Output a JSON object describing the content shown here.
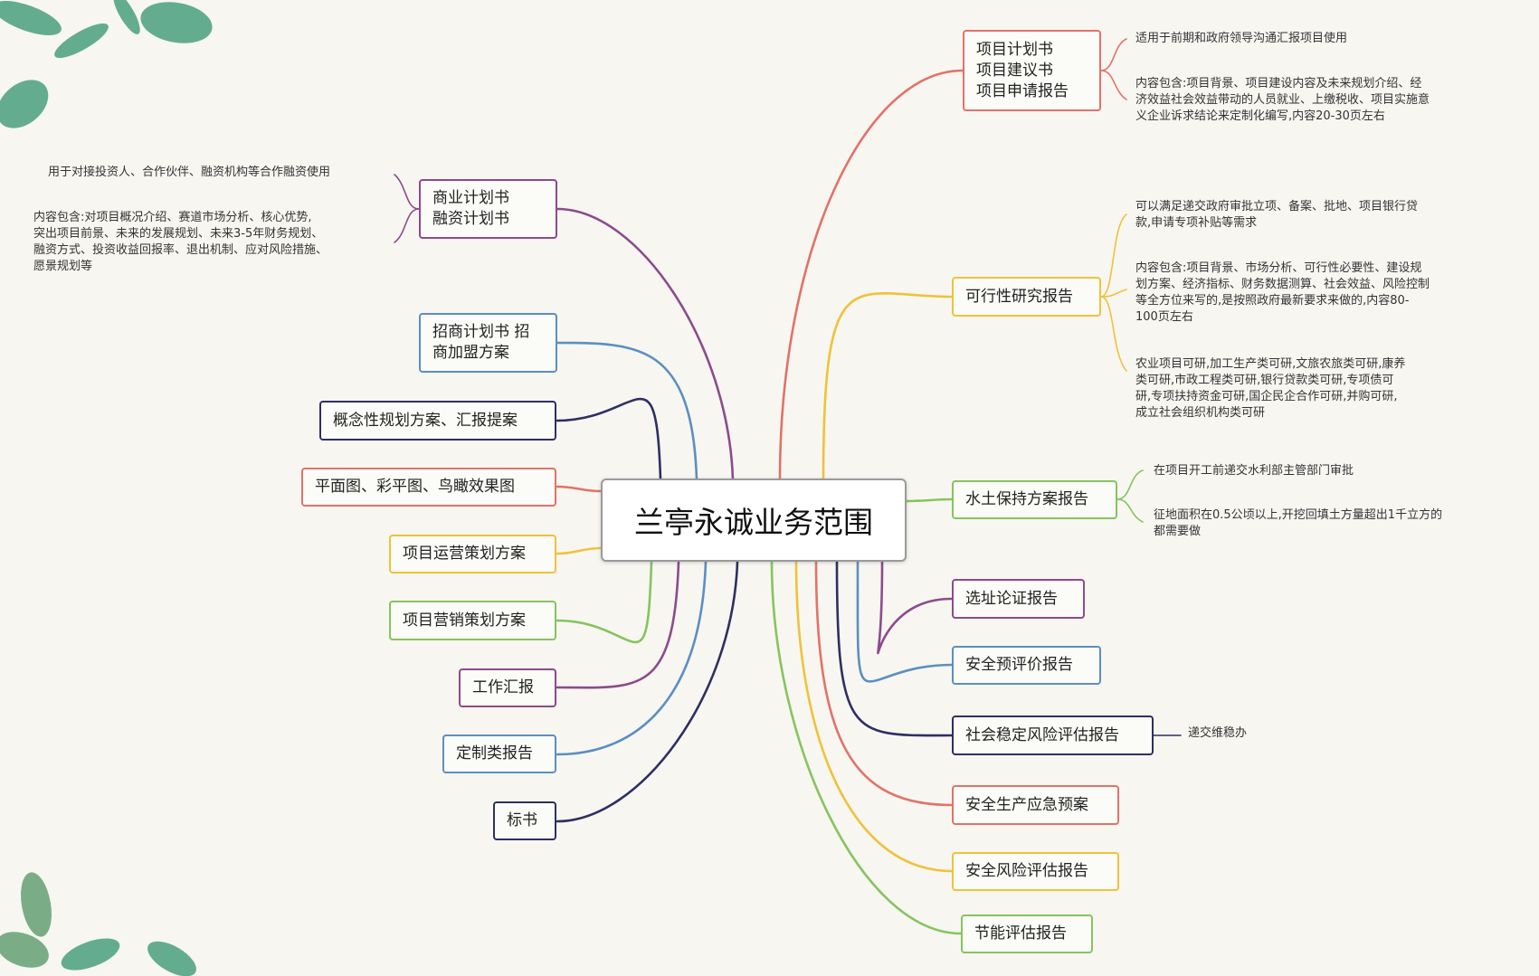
{
  "center": {
    "title": "兰亭永诚业务范围"
  },
  "colors": {
    "red": "#e27268",
    "yellow": "#efc23a",
    "green": "#86c45f",
    "purple": "#8c4b8a",
    "blue": "#5b8fc0",
    "navy": "#2e2f63",
    "leaf": "#3f9a78",
    "cactus": "#5a9b6c"
  },
  "left": [
    {
      "id": "business-plan",
      "label": "商业计划书\n融资计划书",
      "color": "purple"
    },
    {
      "id": "investment-plan",
      "label": "招商计划书 招\n商加盟方案",
      "color": "blue"
    },
    {
      "id": "concept-plan",
      "label": "概念性规划方案、汇报提案",
      "color": "navy"
    },
    {
      "id": "floor-plan",
      "label": "平面图、彩平图、鸟瞰效果图",
      "color": "red"
    },
    {
      "id": "operation-plan",
      "label": "项目运营策划方案",
      "color": "yellow"
    },
    {
      "id": "marketing-plan",
      "label": "项目营销策划方案",
      "color": "green"
    },
    {
      "id": "work-report",
      "label": "工作汇报",
      "color": "purple"
    },
    {
      "id": "custom-report",
      "label": "定制类报告",
      "color": "blue"
    },
    {
      "id": "bid",
      "label": "标书",
      "color": "navy"
    }
  ],
  "right": [
    {
      "id": "project-plan",
      "label": "项目计划书\n项目建议书\n项目申请报告",
      "color": "red"
    },
    {
      "id": "feasibility",
      "label": "可行性研究报告",
      "color": "yellow"
    },
    {
      "id": "soil-water",
      "label": "水土保持方案报告",
      "color": "green"
    },
    {
      "id": "site-selection",
      "label": "选址论证报告",
      "color": "purple"
    },
    {
      "id": "safety-pre",
      "label": "安全预评价报告",
      "color": "blue"
    },
    {
      "id": "social-risk",
      "label": "社会稳定风险评估报告",
      "color": "navy"
    },
    {
      "id": "emergency-plan",
      "label": "安全生产应急预案",
      "color": "red"
    },
    {
      "id": "safety-risk",
      "label": "安全风险评估报告",
      "color": "yellow"
    },
    {
      "id": "energy",
      "label": "节能评估报告",
      "color": "green"
    }
  ],
  "notes": [
    {
      "node": "business-plan",
      "text": "用于对接投资人、合作伙伴、融资机构等合作融资使用"
    },
    {
      "node": "business-plan",
      "text": "内容包含:对项目概况介绍、赛道市场分析、核心优势,\n突出项目前景、未来的发展规划、未来3-5年财务规划、\n融资方式、投资收益回报率、退出机制、应对风险措施、\n愿景规划等"
    },
    {
      "node": "project-plan",
      "text": "适用于前期和政府领导沟通汇报项目使用"
    },
    {
      "node": "project-plan",
      "text": "内容包含:项目背景、项目建设内容及未来规划介绍、经\n济效益社会效益带动的人员就业、上缴税收、项目实施意\n义企业诉求结论来定制化编写,内容20-30页左右"
    },
    {
      "node": "feasibility",
      "text": "可以满足递交政府审批立项、备案、批地、项目银行贷\n款,申请专项补贴等需求"
    },
    {
      "node": "feasibility",
      "text": "内容包含:项目背景、市场分析、可行性必要性、建设规\n划方案、经济指标、财务数据测算、社会效益、风险控制\n等全方位来写的,是按照政府最新要求来做的,内容80-\n100页左右"
    },
    {
      "node": "feasibility",
      "text": "农业项目可研,加工生产类可研,文旅农旅类可研,康养\n类可研,市政工程类可研,银行贷款类可研,专项债可\n研,专项扶持资金可研,国企民企合作可研,并购可研,\n成立社会组织机构类可研"
    },
    {
      "node": "soil-water",
      "text": "在项目开工前递交水利部主管部门审批"
    },
    {
      "node": "soil-water",
      "text": "征地面积在0.5公顷以上,开挖回填土方量超出1千立方的\n都需要做"
    },
    {
      "node": "social-risk",
      "text": "递交维稳办"
    }
  ]
}
